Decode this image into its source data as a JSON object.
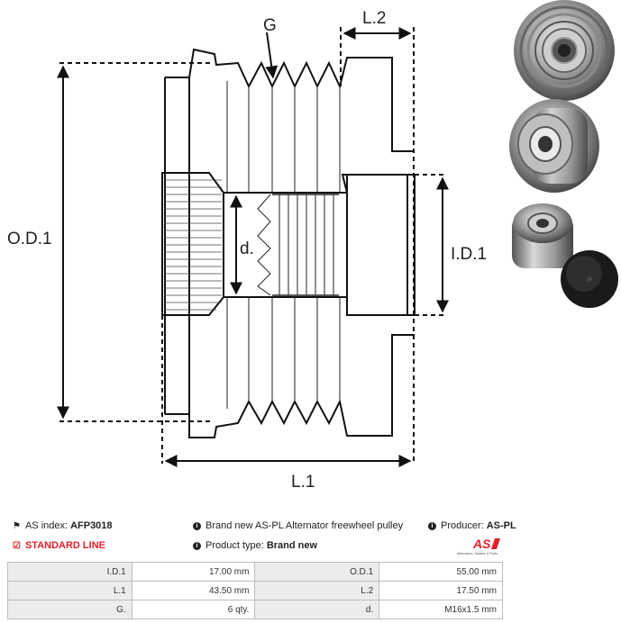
{
  "dimensions": {
    "g": "G",
    "l2": "L.2",
    "od1": "O.D.1",
    "d": "d.",
    "id1": "I.D.1",
    "l1": "L.1"
  },
  "info": {
    "as_index_label": "AS index:",
    "as_index_value": "AFP3018",
    "description": "Brand new AS-PL Alternator freewheel pulley",
    "producer_label": "Producer:",
    "producer_value": "AS-PL",
    "line_label": "STANDARD LINE",
    "product_type_label": "Product type:",
    "product_type_value": "Brand new"
  },
  "logo": {
    "mark": "AS",
    "tagline": "Alternators, Starters & Parts",
    "color": "#e3202a"
  },
  "specs": [
    [
      "I.D.1",
      "17.00 mm",
      "O.D.1",
      "55.00 mm"
    ],
    [
      "L.1",
      "43.50 mm",
      "L.2",
      "17.50 mm"
    ],
    [
      "G.",
      "6 qty.",
      "d.",
      "M16x1.5 mm"
    ]
  ],
  "icons": [
    "tag-icon",
    "info-icon",
    "checkbox-icon"
  ]
}
